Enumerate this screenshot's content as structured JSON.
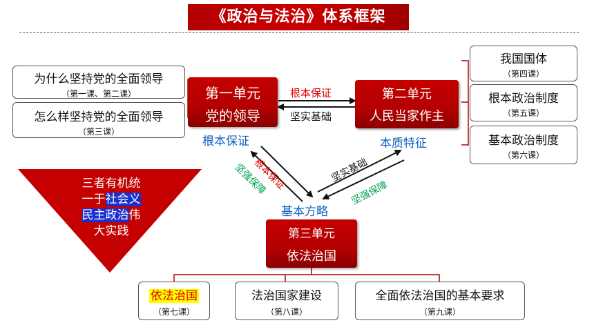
{
  "title": "《政治与法治》体系框架",
  "unit1": {
    "line1": "第一单元",
    "line2": "党的领导"
  },
  "unit2": {
    "line1": "第二单元",
    "line2": "人民当家作主"
  },
  "unit3": {
    "line1": "第三单元",
    "line2": "依法治国"
  },
  "left_boxes": [
    {
      "main": "为什么坚持党的全面领导",
      "sub": "（第一课、第二课）"
    },
    {
      "main": "怎么样坚持党的全面领导",
      "sub": "（第三课）"
    }
  ],
  "right_boxes": [
    {
      "main": "我国国体",
      "sub": "（第四课）"
    },
    {
      "main": "根本政治制度",
      "sub": "（第五课）"
    },
    {
      "main": "基本政治制度",
      "sub": "（第六课）"
    }
  ],
  "bottom_boxes": [
    {
      "main": "依法治国",
      "sub": "（第七课）"
    },
    {
      "main": "法治国家建设",
      "sub": "（第八课）"
    },
    {
      "main": "全面依法治国的基本要求",
      "sub": "（第九课）"
    }
  ],
  "labels": {
    "top_arrow_upper": "根本保证",
    "top_arrow_lower": "坚实基础",
    "unit1_caption": "根本保证",
    "unit2_caption": "本质特征",
    "unit3_caption": "基本方略",
    "left_diag_red": "根本保证",
    "left_diag_green": "坚强保障",
    "right_diag_black": "坚实基础",
    "right_diag_green": "坚强保障"
  },
  "triangle": {
    "line1": "三者有机统",
    "line2_a": "一于",
    "line2_b": "社会义",
    "line3_a": "民主政治",
    "line3_b": "伟",
    "line4": "大实践"
  },
  "colors": {
    "unit_red": "#b30000",
    "caption_blue": "#1060c0",
    "label_red": "#e00000",
    "label_green": "#00a050",
    "highlight_blue": "#1a2fd0",
    "highlight_yellow": "#ffff00"
  }
}
